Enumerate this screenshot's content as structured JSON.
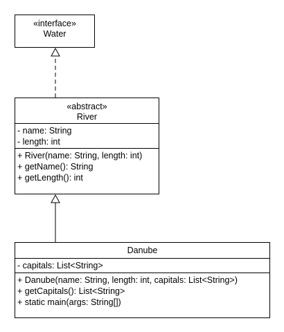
{
  "diagram": {
    "classes": {
      "water": {
        "stereotype": "«interface»",
        "name": "Water"
      },
      "river": {
        "stereotype": "«abstract»",
        "name": "River",
        "attributes": [
          "- name: String",
          "- length: int"
        ],
        "methods": [
          "+ River(name: String, length: int)",
          "+ getName(): String",
          "+ getLength(): int"
        ]
      },
      "danube": {
        "name": "Danube",
        "attributes": [
          "- capitals: List<String>"
        ],
        "methods": [
          "+ Danube(name: String, length: int, capitals: List<String>)",
          "+ getCapitals(): List<String>",
          "+ static main(args: String[])"
        ]
      }
    },
    "relations": [
      {
        "from": "River",
        "to": "Water",
        "kind": "realization"
      },
      {
        "from": "Danube",
        "to": "River",
        "kind": "generalization"
      }
    ]
  }
}
